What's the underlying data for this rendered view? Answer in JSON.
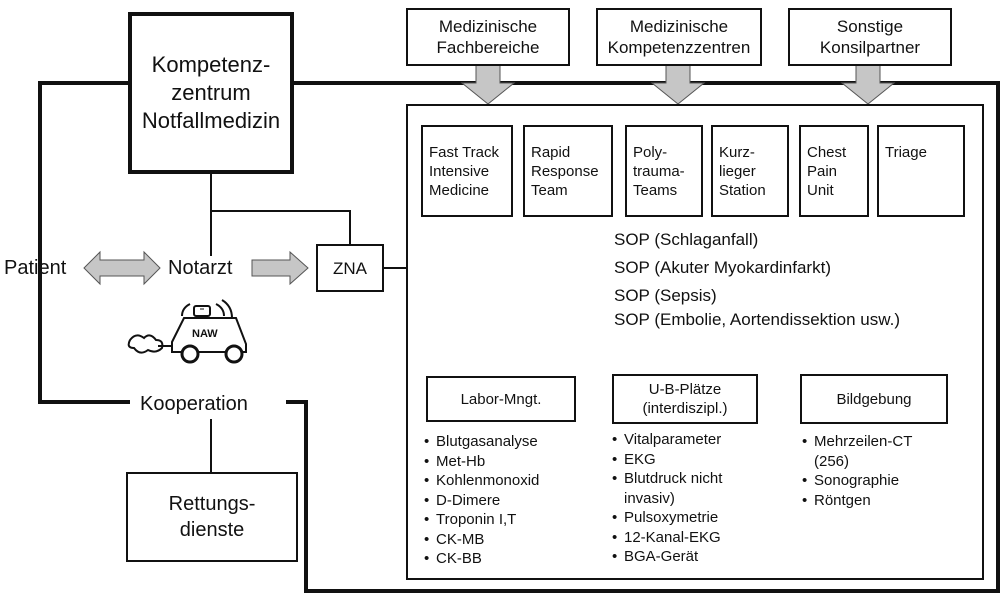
{
  "top_boxes": [
    {
      "label": "Medizinische\nFachbereiche"
    },
    {
      "label": "Medizinische\nKompetenzzentren"
    },
    {
      "label": "Sonstige\nKonsilpartner"
    }
  ],
  "center_box": {
    "label": "Kompetenz-\nzentrum\nNotfallmedizin"
  },
  "units": [
    {
      "label": "Fast Track\nIntensive\nMedicine"
    },
    {
      "label": "Rapid\nResponse\nTeam"
    },
    {
      "label": "Poly-\ntrauma-\nTeams"
    },
    {
      "label": "Kurz-\nlieger\nStation"
    },
    {
      "label": "Chest\nPain\nUnit"
    },
    {
      "label": "Triage"
    }
  ],
  "patient": "Patient",
  "notarzt": "Notarzt",
  "zna": "ZNA",
  "naw": "NAW",
  "sops": [
    "SOP (Schlaganfall)",
    "SOP (Akuter Myokardinfarkt)",
    "SOP (Sepsis)",
    "SOP (Embolie, Aortendissektion usw.)"
  ],
  "kooperation": "Kooperation",
  "rettungsdienste": "Rettungs-\ndienste",
  "labor": {
    "title": "Labor-Mngt.",
    "items": [
      "Blutgasanalyse",
      "Met-Hb",
      "Kohlenmonoxid",
      "D-Dimere",
      "Troponin I,T",
      "CK-MB",
      "CK-BB"
    ]
  },
  "ub": {
    "title": "U-B-Plätze\n(interdiszipl.)",
    "items": [
      "Vitalparameter",
      "EKG",
      "Blutdruck nicht\ninvasiv)",
      "Pulsoxymetrie",
      "12-Kanal-EKG",
      "BGA-Gerät"
    ]
  },
  "bild": {
    "title": "Bildgebung",
    "items": [
      "Mehrzeilen-CT\n(256)",
      "Sonographie",
      "Röntgen"
    ]
  }
}
